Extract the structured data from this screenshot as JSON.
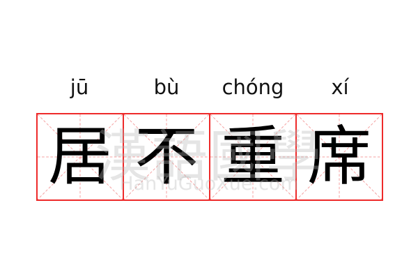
{
  "entries": [
    {
      "pinyin": "jū",
      "char": "居"
    },
    {
      "pinyin": "bù",
      "char": "不"
    },
    {
      "pinyin": "chóng",
      "char": "重"
    },
    {
      "pinyin": "xí",
      "char": "席"
    }
  ],
  "watermark": {
    "logo": "漢語國學",
    "site": "HanYuGuoXue.com"
  },
  "colors": {
    "grid_border": "#ee2a2a",
    "guide_lines": "#f4a0a0"
  }
}
